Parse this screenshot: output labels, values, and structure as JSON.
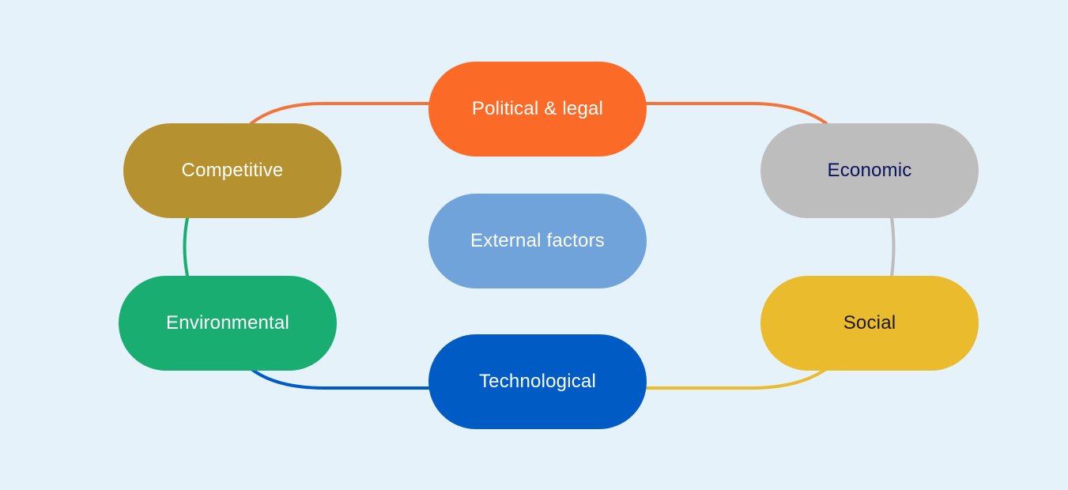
{
  "diagram": {
    "background": "#e5f2f9",
    "nodes": {
      "political": {
        "label": "Political & legal",
        "fill": "#fb6b27",
        "text_color": "#ffffff"
      },
      "competitive": {
        "label": "Competitive",
        "fill": "#b5922f",
        "text_color": "#ffffff"
      },
      "economic": {
        "label": "Economic",
        "fill": "#bdbdbd",
        "text_color": "#0b1260"
      },
      "external": {
        "label": "External factors",
        "fill": "#6fa3da",
        "text_color": "#ffffff"
      },
      "environmental": {
        "label": "Environmental",
        "fill": "#19ad72",
        "text_color": "#ffffff"
      },
      "social": {
        "label": "Social",
        "fill": "#e9bb2d",
        "text_color": "#1a1a1a"
      },
      "technological": {
        "label": "Technological",
        "fill": "#005cc4",
        "text_color": "#ffffff"
      }
    },
    "connectors": [
      {
        "from": "competitive",
        "to": "political",
        "color": "#f4733a"
      },
      {
        "from": "political",
        "to": "economic",
        "color": "#f4733a"
      },
      {
        "from": "economic",
        "to": "social",
        "color": "#bdbdbd"
      },
      {
        "from": "social",
        "to": "technological",
        "color": "#e9bb2d"
      },
      {
        "from": "technological",
        "to": "environmental",
        "color": "#005cc4"
      },
      {
        "from": "environmental",
        "to": "competitive",
        "color": "#19ad72"
      }
    ]
  }
}
